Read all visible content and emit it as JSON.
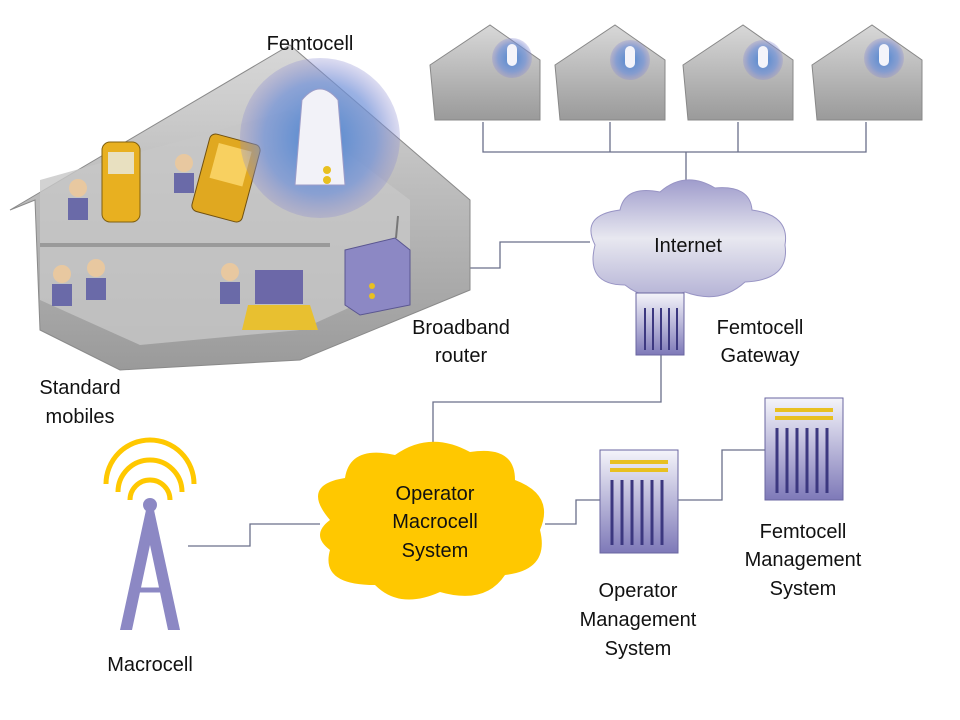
{
  "labels": {
    "femtocell": "Femtocell",
    "standard_mobiles": [
      "Standard",
      "mobiles"
    ],
    "broadband_router": [
      "Broadband",
      "router"
    ],
    "internet": "Internet",
    "femtocell_gateway": [
      "Femtocell",
      "Gateway"
    ],
    "operator_macrocell_system": [
      "Operator",
      "Macrocell",
      "System"
    ],
    "operator_management_system": [
      "Operator",
      "Management",
      "System"
    ],
    "femtocell_management_system": [
      "Femtocell",
      "Management",
      "System"
    ],
    "macrocell": "Macrocell"
  },
  "colors": {
    "cloud_internet": "#b9b6d8",
    "cloud_operator": "#ffc800",
    "server": "#7d78b8",
    "femto_glow": "#5a8fd0",
    "antenna": "#8c88c4",
    "signal": "#ffc800"
  }
}
